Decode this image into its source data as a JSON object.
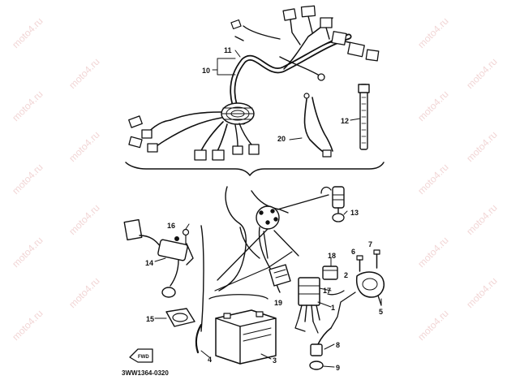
{
  "diagram": {
    "part_code": "3WW1364-0320",
    "forward_label": "FWD",
    "watermark_text": "moto4.ru",
    "callouts": [
      "1",
      "2",
      "3",
      "4",
      "5",
      "6",
      "7",
      "8",
      "9",
      "10",
      "11",
      "12",
      "13",
      "14",
      "15",
      "16",
      "17",
      "18",
      "19",
      "20"
    ]
  }
}
